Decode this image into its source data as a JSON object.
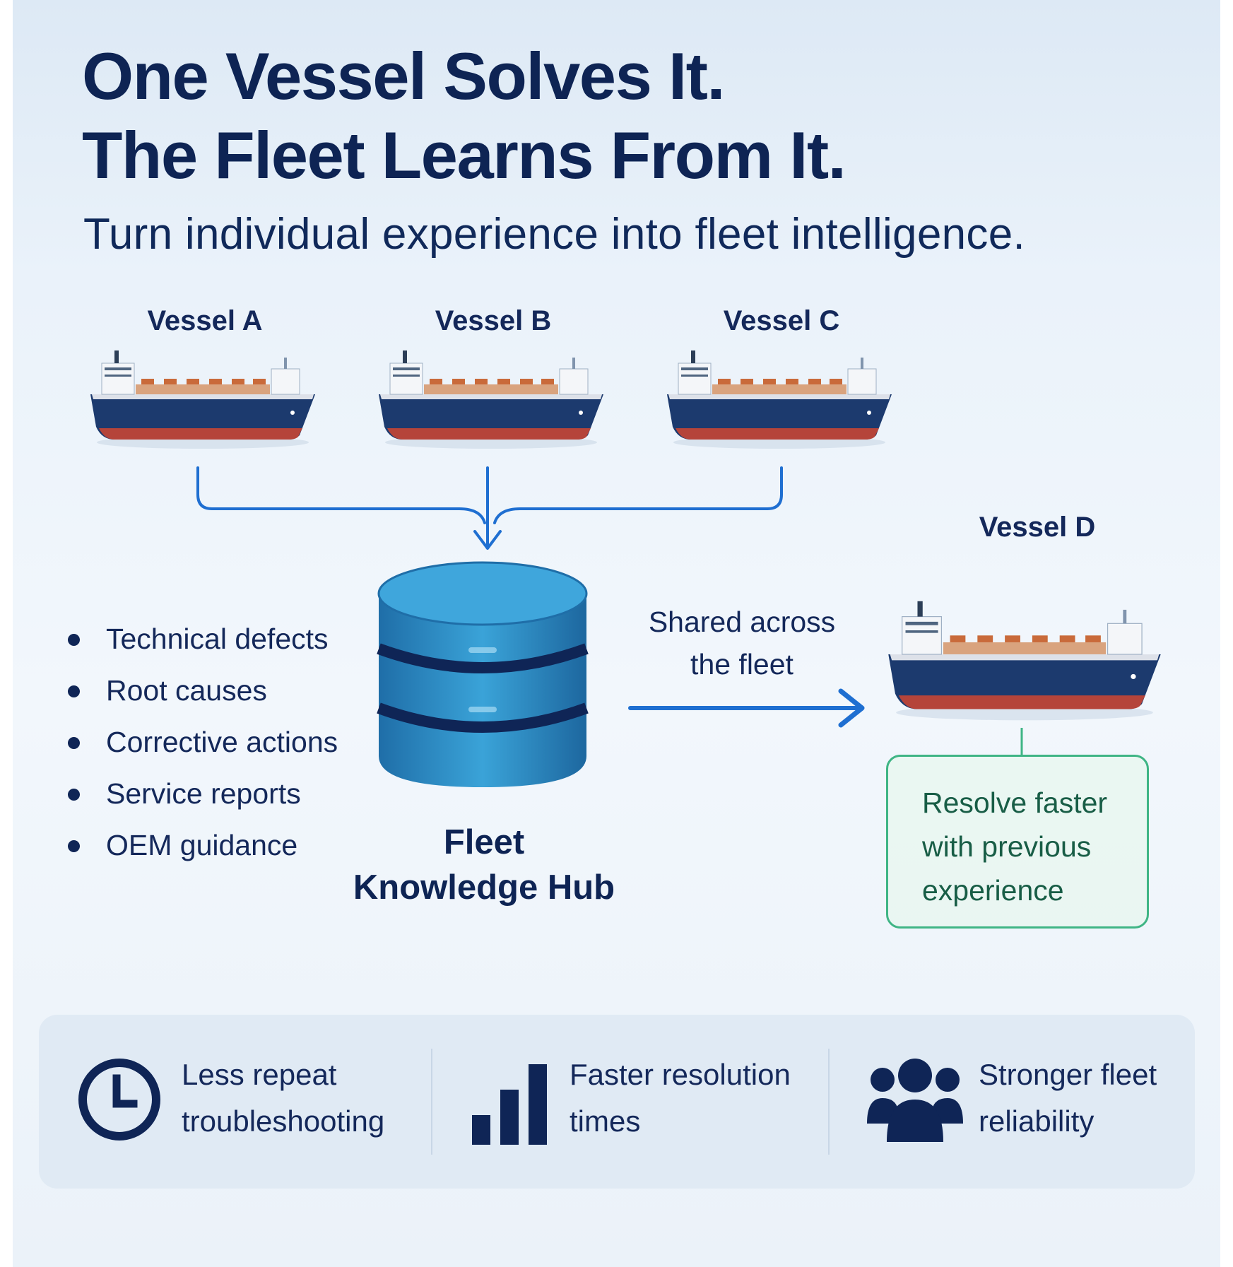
{
  "header": {
    "title_line1": "One Vessel Solves It.",
    "title_line2": "The Fleet Learns From It.",
    "subtitle": "Turn individual experience into fleet intelligence."
  },
  "vessels": {
    "a": "Vessel A",
    "b": "Vessel B",
    "c": "Vessel C",
    "d": "Vessel D"
  },
  "knowledge_items": [
    "Technical defects",
    "Root causes",
    "Corrective actions",
    "Service reports",
    "OEM guidance"
  ],
  "hub": {
    "line1": "Fleet",
    "line2": "Knowledge Hub"
  },
  "shared": {
    "line1": "Shared across",
    "line2": "the fleet"
  },
  "resolve": {
    "text": "Resolve faster with previous experience"
  },
  "benefits": [
    {
      "icon": "clock-icon",
      "line1": "Less repeat",
      "line2": "troubleshooting"
    },
    {
      "icon": "bar-chart-icon",
      "line1": "Faster resolution",
      "line2": "times"
    },
    {
      "icon": "people-icon",
      "line1": "Stronger fleet",
      "line2": "reliability"
    }
  ],
  "colors": {
    "title": "#0e2454",
    "connector": "#1f6fd1",
    "hub": "#2a8fc7",
    "resolve_border": "#3fb585",
    "hull": "#1c3a6e",
    "hull_bottom": "#b5443a"
  }
}
